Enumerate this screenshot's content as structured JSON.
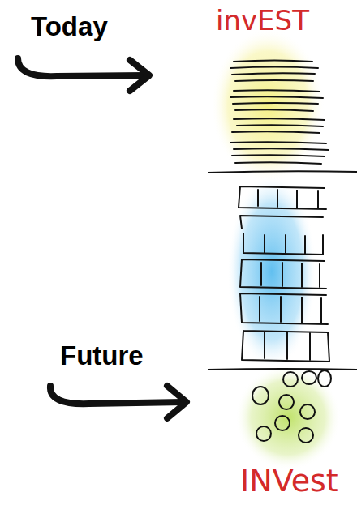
{
  "diagram": {
    "labels": [
      "Today",
      "invEST",
      "Future",
      "INVest"
    ]
  }
}
